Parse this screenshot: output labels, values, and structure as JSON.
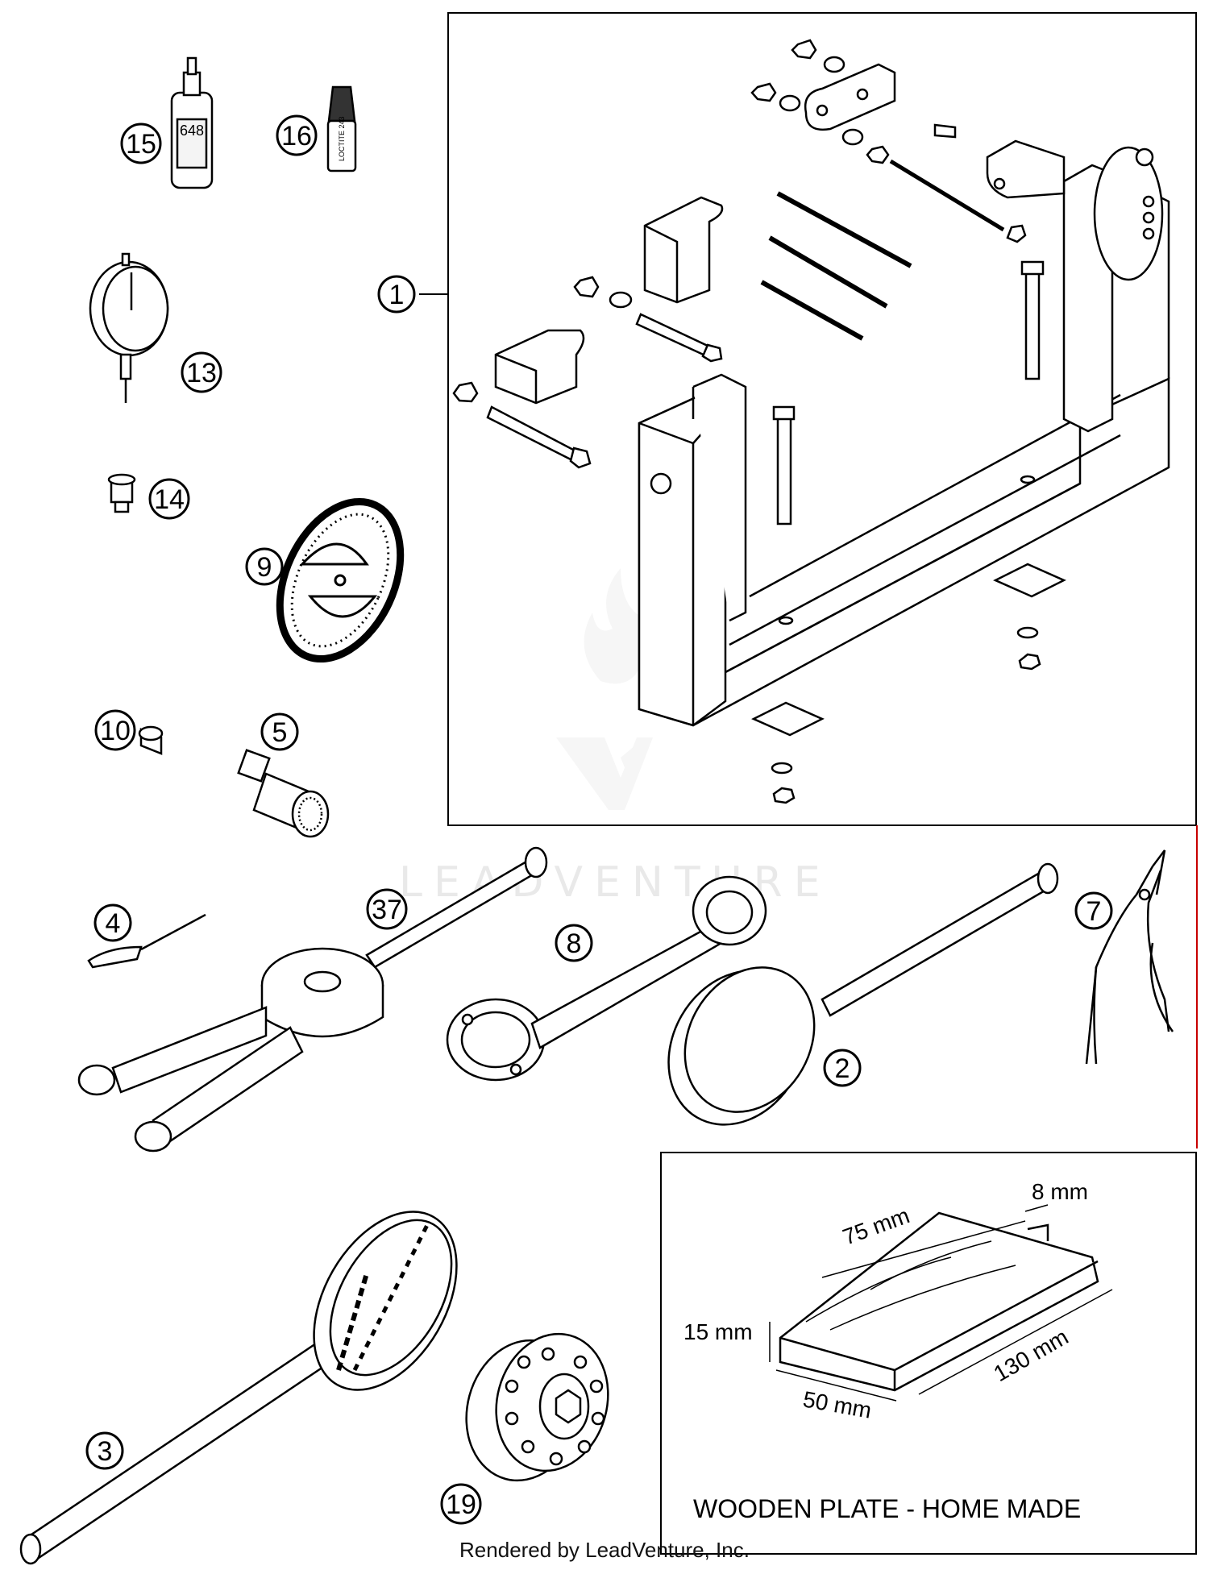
{
  "callouts": [
    {
      "id": "1",
      "label": "1"
    },
    {
      "id": "2",
      "label": "2"
    },
    {
      "id": "3",
      "label": "3"
    },
    {
      "id": "4",
      "label": "4"
    },
    {
      "id": "5",
      "label": "5"
    },
    {
      "id": "7",
      "label": "7"
    },
    {
      "id": "8",
      "label": "8"
    },
    {
      "id": "9",
      "label": "9"
    },
    {
      "id": "10",
      "label": "10"
    },
    {
      "id": "13",
      "label": "13"
    },
    {
      "id": "14",
      "label": "14"
    },
    {
      "id": "15",
      "label": "15"
    },
    {
      "id": "16",
      "label": "16"
    },
    {
      "id": "19",
      "label": "19"
    },
    {
      "id": "37",
      "label": "37"
    }
  ],
  "product_labels": {
    "bottle_15": "648",
    "tube_16": "LOCTITE 243"
  },
  "wooden_plate": {
    "title": "WOODEN PLATE - HOME MADE",
    "dim_top": "75 mm",
    "dim_slot": "8 mm",
    "dim_height": "15 mm",
    "dim_width": "50 mm",
    "dim_length": "130 mm"
  },
  "watermark": "LEADVENTURE",
  "footer": "Rendered by LeadVenture, Inc.",
  "colors": {
    "line": "#000000",
    "frame_edge": "#c80000",
    "watermark": "#e9e9e9"
  }
}
